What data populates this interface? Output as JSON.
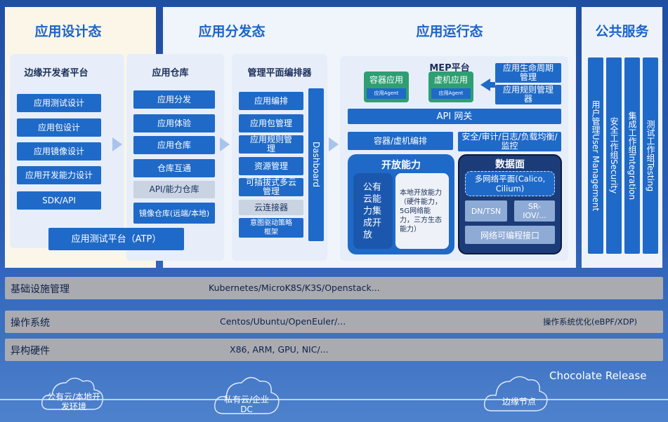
{
  "design": {
    "title": "应用设计态",
    "dev_platform": {
      "title": "边缘开发者平台",
      "items": [
        "应用测试设计",
        "应用包设计",
        "应用镜像设计",
        "应用开发能力设计",
        "SDK/API"
      ]
    },
    "atp": "应用测试平台（ATP）"
  },
  "distribution": {
    "title": "应用分发态",
    "repo": {
      "title": "应用仓库",
      "items": [
        "应用分发",
        "应用体验",
        "应用仓库",
        "仓库互通",
        "API/能力仓库",
        "镜像仓库(远端/本地)"
      ]
    },
    "orchestrator": {
      "title": "管理平面编排器",
      "items": [
        "应用编排",
        "应用包管理",
        "应用规则管理",
        "资源管理",
        "可插拔式多云管理",
        "云连接器",
        "意图驱动策略框架"
      ],
      "dashboard": "Dashboard"
    }
  },
  "runtime": {
    "title": "应用运行态",
    "mep": {
      "title": "MEP平台",
      "container_app": "容器应用",
      "container_agent": "应用Agent",
      "vm_app": "虚机应用",
      "vm_agent": "应用Agent",
      "lifecycle": "应用生命周期管理",
      "rule_mgmt": "应用规则管理器",
      "api_gateway": "API 网关",
      "orchestration": "容器/虚机编排",
      "security": "安全/审计/日志/负载均衡/监控",
      "open_cap": {
        "title": "开放能力",
        "public_cloud": "公有云能力集成开放",
        "local": "本地开放能力（硬件能力，5G网络能力，三方生态能力）"
      },
      "data_plane": {
        "title": "数据面",
        "multi_net": "多网络平面(Calico, Cilium)",
        "dn": "DN/TSN",
        "sriov": "SR-IOV/...",
        "programmable": "网络可编程接口"
      }
    }
  },
  "public": {
    "title": "公共服务",
    "items": [
      "用户管理User Management",
      "安全工作组Security",
      "集成工作组Integration",
      "测试工作组Testing"
    ]
  },
  "layers": [
    {
      "label": "基础设施管理",
      "value": "Kubernetes/MicroK8S/K3S/Openstack...",
      "extra": ""
    },
    {
      "label": "操作系统",
      "value": "Centos/Ubuntu/OpenEuler/...",
      "extra": "操作系统优化(eBPF/XDP)"
    },
    {
      "label": "异构硬件",
      "value": "X86, ARM, GPU, NIC/...",
      "extra": ""
    }
  ],
  "release": "Chocolate Release",
  "clouds": [
    "公有云/本地开发环境",
    "私有云/企业DC",
    "边缘节点"
  ]
}
